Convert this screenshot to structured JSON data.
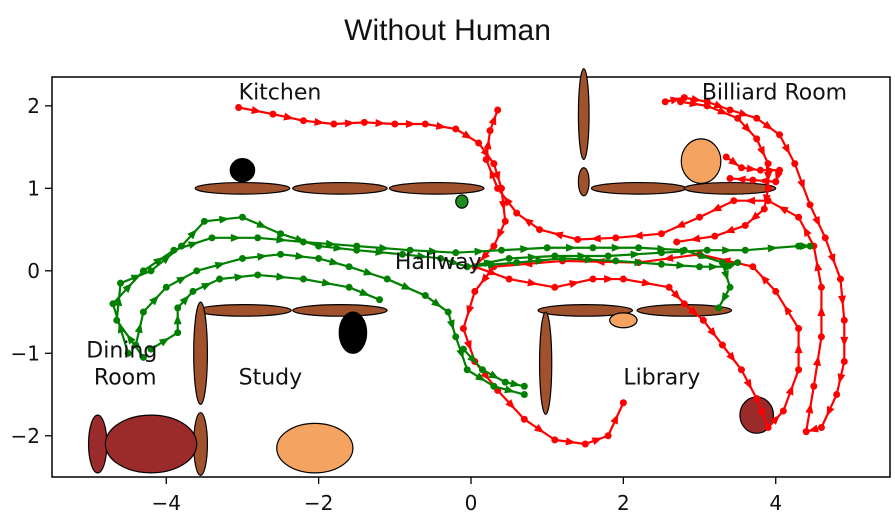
{
  "chart_data": {
    "type": "scatter",
    "title": "Without Human",
    "xlim": [
      -5.5,
      5.5
    ],
    "ylim": [
      -2.5,
      2.35
    ],
    "xticks": [
      -4,
      -2,
      0,
      2,
      4
    ],
    "yticks": [
      2,
      1,
      0,
      -1,
      -2
    ],
    "xtick_labels": [
      "−4",
      "−2",
      "0",
      "2",
      "4"
    ],
    "ytick_labels": [
      "2",
      "1",
      "0",
      "−1",
      "−2"
    ],
    "grid": false,
    "room_labels": [
      {
        "text": "Kitchen",
        "x": -3.05,
        "y": 2.08
      },
      {
        "text": "Billiard Room",
        "x": 3.03,
        "y": 2.08
      },
      {
        "text": "Hallway",
        "x": -1.0,
        "y": 0.02
      },
      {
        "text": "Dining",
        "x": -5.05,
        "y": -1.05
      },
      {
        "text": "Room",
        "x": -4.95,
        "y": -1.38
      },
      {
        "text": "Study",
        "x": -3.05,
        "y": -1.38
      },
      {
        "text": "Library",
        "x": 2.0,
        "y": -1.38
      }
    ],
    "obstacles": [
      {
        "cx": -3.0,
        "cy": 1.0,
        "rx": 0.62,
        "ry": 0.07,
        "color": "#a0522d"
      },
      {
        "cx": -1.72,
        "cy": 1.0,
        "rx": 0.62,
        "ry": 0.07,
        "color": "#a0522d"
      },
      {
        "cx": -0.45,
        "cy": 1.0,
        "rx": 0.62,
        "ry": 0.07,
        "color": "#a0522d"
      },
      {
        "cx": 1.48,
        "cy": 1.9,
        "rx": 0.07,
        "ry": 0.55,
        "color": "#a0522d"
      },
      {
        "cx": 1.48,
        "cy": 1.08,
        "rx": 0.07,
        "ry": 0.17,
        "color": "#a0522d"
      },
      {
        "cx": 2.2,
        "cy": 1.0,
        "rx": 0.62,
        "ry": 0.07,
        "color": "#a0522d"
      },
      {
        "cx": 3.4,
        "cy": 1.0,
        "rx": 0.6,
        "ry": 0.07,
        "color": "#a0522d"
      },
      {
        "cx": -2.98,
        "cy": -0.48,
        "rx": 0.62,
        "ry": 0.07,
        "color": "#a0522d"
      },
      {
        "cx": -1.72,
        "cy": -0.48,
        "rx": 0.62,
        "ry": 0.07,
        "color": "#a0522d"
      },
      {
        "cx": -3.55,
        "cy": -1.0,
        "rx": 0.09,
        "ry": 0.62,
        "color": "#a0522d"
      },
      {
        "cx": -3.55,
        "cy": -2.1,
        "rx": 0.09,
        "ry": 0.38,
        "color": "#a0522d"
      },
      {
        "cx": 1.5,
        "cy": -0.48,
        "rx": 0.62,
        "ry": 0.07,
        "color": "#a0522d"
      },
      {
        "cx": 2.8,
        "cy": -0.48,
        "rx": 0.62,
        "ry": 0.07,
        "color": "#a0522d"
      },
      {
        "cx": 0.98,
        "cy": -1.12,
        "rx": 0.08,
        "ry": 0.62,
        "color": "#a0522d"
      },
      {
        "cx": -4.9,
        "cy": -2.1,
        "rx": 0.12,
        "ry": 0.35,
        "color": "#9b2a2a"
      },
      {
        "cx": -4.2,
        "cy": -2.1,
        "rx": 0.6,
        "ry": 0.35,
        "color": "#9b2a2a"
      },
      {
        "cx": 3.75,
        "cy": -1.75,
        "rx": 0.22,
        "ry": 0.22,
        "color": "#9b2a2a"
      },
      {
        "cx": -2.05,
        "cy": -2.15,
        "rx": 0.5,
        "ry": 0.3,
        "color": "#f4a460"
      },
      {
        "cx": 3.02,
        "cy": 1.33,
        "rx": 0.26,
        "ry": 0.27,
        "color": "#f4a460"
      },
      {
        "cx": 2.0,
        "cy": -0.6,
        "rx": 0.18,
        "ry": 0.09,
        "color": "#f4a460"
      },
      {
        "cx": -3.0,
        "cy": 1.22,
        "rx": 0.16,
        "ry": 0.14,
        "color": "#000000"
      },
      {
        "cx": -1.55,
        "cy": -0.75,
        "rx": 0.18,
        "ry": 0.25,
        "color": "#000000"
      },
      {
        "cx": -0.12,
        "cy": 0.84,
        "rx": 0.08,
        "ry": 0.08,
        "color": "#1e8c1e"
      }
    ],
    "series": [
      {
        "color": "#ff0000",
        "points": [
          [
            -3.05,
            1.98
          ],
          [
            -2.6,
            1.9
          ],
          [
            -2.2,
            1.82
          ],
          [
            -1.8,
            1.78
          ],
          [
            -1.4,
            1.8
          ],
          [
            -1.0,
            1.78
          ],
          [
            -0.6,
            1.78
          ],
          [
            -0.2,
            1.72
          ],
          [
            0.1,
            1.55
          ],
          [
            0.3,
            1.3
          ],
          [
            0.4,
            1.0
          ],
          [
            0.45,
            0.6
          ],
          [
            0.3,
            0.3
          ],
          [
            0.05,
            0.05
          ],
          [
            0.5,
            -0.1
          ],
          [
            1.1,
            -0.2
          ],
          [
            1.6,
            -0.1
          ],
          [
            2.0,
            -0.1
          ],
          [
            2.6,
            -0.2
          ],
          [
            2.8,
            -0.4
          ],
          [
            3.05,
            -0.6
          ],
          [
            3.3,
            -0.9
          ],
          [
            3.55,
            -1.2
          ],
          [
            3.75,
            -1.55
          ],
          [
            3.9,
            -1.9
          ],
          [
            4.1,
            -1.7
          ],
          [
            4.3,
            -1.2
          ],
          [
            4.3,
            -0.7
          ],
          [
            4.0,
            -0.25
          ],
          [
            3.7,
            0.05
          ],
          [
            3.0,
            0.2
          ],
          [
            2.2,
            0.1
          ],
          [
            1.2,
            0.12
          ],
          [
            0.3,
            0.05
          ],
          [
            0.05,
            -0.25
          ],
          [
            -0.1,
            -0.7
          ],
          [
            0.05,
            -1.1
          ],
          [
            0.35,
            -1.45
          ],
          [
            0.7,
            -1.8
          ],
          [
            1.1,
            -2.05
          ],
          [
            1.5,
            -2.1
          ],
          [
            1.8,
            -2.0
          ],
          [
            2.0,
            -1.6
          ]
        ]
      },
      {
        "color": "#ff0000",
        "points": [
          [
            2.55,
            2.05
          ],
          [
            2.8,
            2.1
          ],
          [
            3.1,
            2.05
          ],
          [
            3.4,
            1.95
          ],
          [
            3.75,
            1.85
          ],
          [
            4.05,
            1.65
          ],
          [
            4.25,
            1.3
          ],
          [
            4.45,
            0.8
          ],
          [
            4.65,
            0.4
          ],
          [
            4.85,
            -0.1
          ],
          [
            4.9,
            -0.6
          ],
          [
            4.9,
            -1.1
          ],
          [
            4.8,
            -1.5
          ],
          [
            4.6,
            -1.9
          ],
          [
            4.4,
            -1.95
          ],
          [
            4.5,
            -1.4
          ],
          [
            4.6,
            -0.8
          ],
          [
            4.6,
            -0.2
          ],
          [
            4.5,
            0.3
          ],
          [
            4.3,
            0.65
          ],
          [
            3.9,
            0.85
          ],
          [
            3.45,
            0.85
          ],
          [
            3.0,
            0.65
          ],
          [
            2.5,
            0.45
          ],
          [
            1.9,
            0.4
          ],
          [
            1.4,
            0.38
          ],
          [
            0.9,
            0.5
          ],
          [
            0.6,
            0.7
          ],
          [
            0.35,
            1.0
          ],
          [
            0.2,
            1.35
          ],
          [
            0.25,
            1.7
          ],
          [
            0.35,
            1.95
          ]
        ]
      },
      {
        "color": "#ff0000",
        "points": [
          [
            2.75,
            2.05
          ],
          [
            3.1,
            2.0
          ],
          [
            3.5,
            1.85
          ],
          [
            3.75,
            1.6
          ],
          [
            3.9,
            1.3
          ],
          [
            3.9,
            1.0
          ],
          [
            3.85,
            0.75
          ],
          [
            3.6,
            0.55
          ],
          [
            3.2,
            0.42
          ],
          [
            2.7,
            0.35
          ]
        ]
      },
      {
        "color": "#ff0000",
        "points": [
          [
            3.35,
            1.38
          ],
          [
            3.55,
            1.25
          ],
          [
            3.8,
            1.22
          ],
          [
            4.05,
            1.22
          ],
          [
            4.0,
            1.08
          ],
          [
            3.7,
            1.1
          ],
          [
            3.4,
            1.12
          ]
        ]
      },
      {
        "color": "#008000",
        "points": [
          [
            -4.3,
            -1.05
          ],
          [
            -4.65,
            -0.6
          ],
          [
            -4.6,
            -0.15
          ],
          [
            -4.2,
            0.0
          ],
          [
            -3.8,
            0.3
          ],
          [
            -3.5,
            0.6
          ],
          [
            -3.0,
            0.65
          ],
          [
            -2.5,
            0.45
          ],
          [
            -2.0,
            0.3
          ],
          [
            -1.5,
            0.25
          ],
          [
            -0.9,
            0.2
          ],
          [
            -0.4,
            0.15
          ],
          [
            -0.05,
            0.05
          ],
          [
            0.5,
            0.15
          ],
          [
            1.1,
            0.18
          ],
          [
            1.8,
            0.18
          ],
          [
            2.5,
            0.22
          ],
          [
            3.1,
            0.25
          ],
          [
            3.6,
            0.25
          ],
          [
            4.3,
            0.3
          ],
          [
            4.45,
            0.3
          ]
        ]
      },
      {
        "color": "#008000",
        "points": [
          [
            -4.4,
            -0.9
          ],
          [
            -4.3,
            -0.5
          ],
          [
            -4.0,
            -0.2
          ],
          [
            -3.6,
            0.0
          ],
          [
            -3.0,
            0.15
          ],
          [
            -2.5,
            0.2
          ],
          [
            -2.0,
            0.15
          ],
          [
            -1.6,
            0.05
          ],
          [
            -1.1,
            -0.1
          ],
          [
            -0.6,
            -0.3
          ],
          [
            -0.3,
            -0.5
          ],
          [
            -0.2,
            -0.8
          ],
          [
            -0.05,
            -1.2
          ],
          [
            0.3,
            -1.4
          ],
          [
            0.7,
            -1.5
          ]
        ]
      },
      {
        "color": "#008000",
        "points": [
          [
            -4.5,
            -1.0
          ],
          [
            -4.7,
            -0.4
          ],
          [
            -4.3,
            0.0
          ],
          [
            -3.9,
            0.25
          ],
          [
            -3.4,
            0.4
          ],
          [
            -2.8,
            0.4
          ],
          [
            -2.2,
            0.35
          ],
          [
            -1.5,
            0.3
          ],
          [
            -0.8,
            0.25
          ],
          [
            -0.2,
            0.22
          ],
          [
            0.4,
            0.25
          ],
          [
            1.0,
            0.28
          ],
          [
            1.6,
            0.28
          ],
          [
            2.2,
            0.28
          ],
          [
            2.8,
            0.25
          ],
          [
            3.3,
            0.1
          ],
          [
            3.4,
            -0.2
          ],
          [
            3.25,
            -0.45
          ]
        ]
      },
      {
        "color": "#008000",
        "points": [
          [
            -4.2,
            -0.95
          ],
          [
            -3.85,
            -0.75
          ],
          [
            -3.85,
            -0.45
          ],
          [
            -3.65,
            -0.25
          ],
          [
            -3.3,
            -0.1
          ],
          [
            -2.8,
            -0.05
          ],
          [
            -2.2,
            -0.1
          ],
          [
            -1.6,
            -0.2
          ],
          [
            -1.2,
            -0.35
          ]
        ]
      },
      {
        "color": "#008000",
        "points": [
          [
            -0.05,
            0.05
          ],
          [
            0.6,
            0.1
          ],
          [
            1.2,
            0.15
          ],
          [
            1.9,
            0.12
          ],
          [
            2.5,
            0.08
          ],
          [
            3.0,
            0.05
          ],
          [
            3.35,
            0.05
          ],
          [
            3.5,
            0.1
          ]
        ]
      },
      {
        "color": "#008000",
        "points": [
          [
            -0.1,
            -0.95
          ],
          [
            0.15,
            -1.2
          ],
          [
            0.45,
            -1.35
          ],
          [
            0.7,
            -1.4
          ]
        ]
      }
    ]
  }
}
